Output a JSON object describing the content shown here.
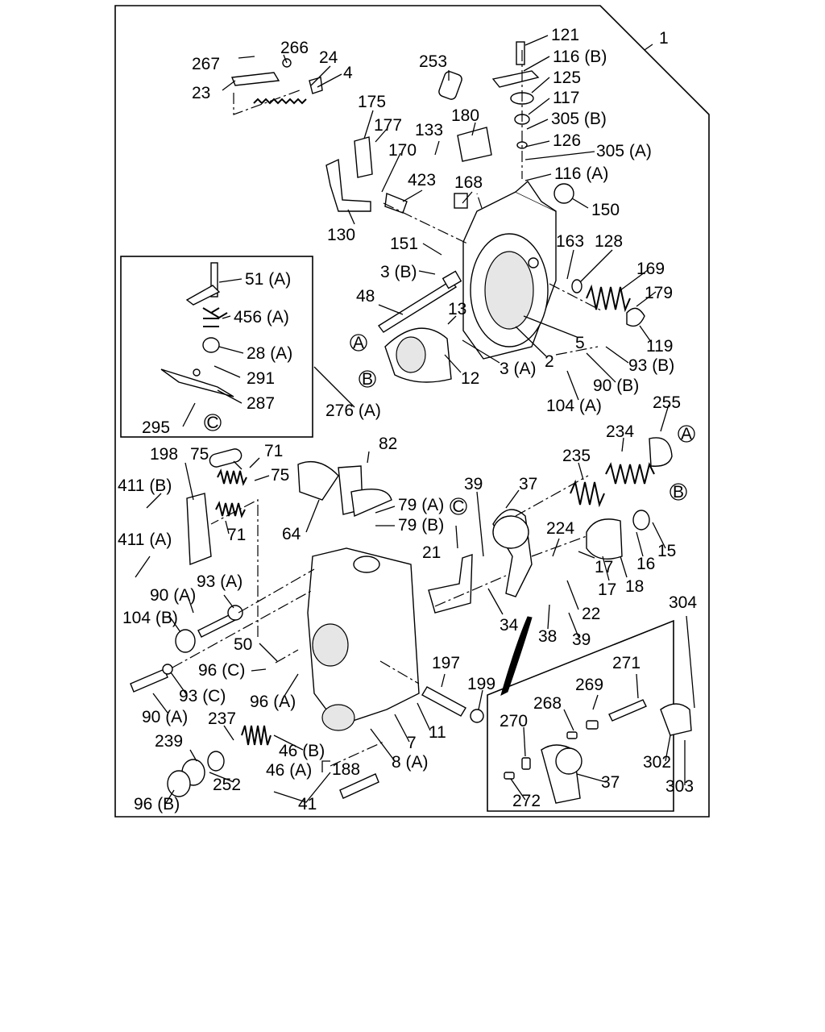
{
  "figure": {
    "callouts": [
      {
        "id": "c1",
        "text": "1"
      },
      {
        "id": "c121",
        "text": "121"
      },
      {
        "id": "c116b",
        "text": "116 (B)"
      },
      {
        "id": "c125",
        "text": "125"
      },
      {
        "id": "c117",
        "text": "117"
      },
      {
        "id": "c305b",
        "text": "305 (B)"
      },
      {
        "id": "c126",
        "text": "126"
      },
      {
        "id": "c305a",
        "text": "305 (A)"
      },
      {
        "id": "c116a",
        "text": "116 (A)"
      },
      {
        "id": "c150",
        "text": "150"
      },
      {
        "id": "c253",
        "text": "253"
      },
      {
        "id": "c180",
        "text": "180"
      },
      {
        "id": "c133",
        "text": "133"
      },
      {
        "id": "c168",
        "text": "168"
      },
      {
        "id": "c267",
        "text": "267"
      },
      {
        "id": "c266",
        "text": "266"
      },
      {
        "id": "c24",
        "text": "24"
      },
      {
        "id": "c4",
        "text": "4"
      },
      {
        "id": "c23",
        "text": "23"
      },
      {
        "id": "c175",
        "text": "175"
      },
      {
        "id": "c177",
        "text": "177"
      },
      {
        "id": "c170",
        "text": "170"
      },
      {
        "id": "c423",
        "text": "423"
      },
      {
        "id": "c130",
        "text": "130"
      },
      {
        "id": "c151",
        "text": "151"
      },
      {
        "id": "c3b",
        "text": "3 (B)"
      },
      {
        "id": "c163",
        "text": "163"
      },
      {
        "id": "c128",
        "text": "128"
      },
      {
        "id": "c169",
        "text": "169"
      },
      {
        "id": "c179",
        "text": "179"
      },
      {
        "id": "c119",
        "text": "119"
      },
      {
        "id": "c48",
        "text": "48"
      },
      {
        "id": "c13",
        "text": "13"
      },
      {
        "id": "c5",
        "text": "5"
      },
      {
        "id": "c2",
        "text": "2"
      },
      {
        "id": "c3a",
        "text": "3 (A)"
      },
      {
        "id": "c12",
        "text": "12"
      },
      {
        "id": "c93b",
        "text": "93 (B)"
      },
      {
        "id": "c90b",
        "text": "90 (B)"
      },
      {
        "id": "c104a",
        "text": "104 (A)"
      },
      {
        "id": "c51a",
        "text": "51 (A)"
      },
      {
        "id": "c456a",
        "text": "456 (A)"
      },
      {
        "id": "c28a",
        "text": "28 (A)"
      },
      {
        "id": "c291",
        "text": "291"
      },
      {
        "id": "c287",
        "text": "287"
      },
      {
        "id": "c295",
        "text": "295"
      },
      {
        "id": "c276a",
        "text": "276 (A)"
      },
      {
        "id": "c255",
        "text": "255"
      },
      {
        "id": "c234",
        "text": "234"
      },
      {
        "id": "c235",
        "text": "235"
      },
      {
        "id": "c198",
        "text": "198"
      },
      {
        "id": "c75a",
        "text": "75"
      },
      {
        "id": "c71a",
        "text": "71"
      },
      {
        "id": "c75b",
        "text": "75"
      },
      {
        "id": "c71b",
        "text": "71"
      },
      {
        "id": "c411b",
        "text": "411 (B)"
      },
      {
        "id": "c411a",
        "text": "411 (A)"
      },
      {
        "id": "c82",
        "text": "82"
      },
      {
        "id": "c79a",
        "text": "79 (A)"
      },
      {
        "id": "c79b",
        "text": "79 (B)"
      },
      {
        "id": "c64",
        "text": "64"
      },
      {
        "id": "c39a",
        "text": "39"
      },
      {
        "id": "c37a",
        "text": "37"
      },
      {
        "id": "c21",
        "text": "21"
      },
      {
        "id": "c224",
        "text": "224"
      },
      {
        "id": "c17a",
        "text": "17"
      },
      {
        "id": "c17b",
        "text": "17"
      },
      {
        "id": "c18",
        "text": "18"
      },
      {
        "id": "c16",
        "text": "16"
      },
      {
        "id": "c15",
        "text": "15"
      },
      {
        "id": "c22",
        "text": "22"
      },
      {
        "id": "c34",
        "text": "34"
      },
      {
        "id": "c38",
        "text": "38"
      },
      {
        "id": "c39b",
        "text": "39"
      },
      {
        "id": "c90a1",
        "text": "90 (A)"
      },
      {
        "id": "c93a",
        "text": "93 (A)"
      },
      {
        "id": "c104b",
        "text": "104 (B)"
      },
      {
        "id": "c50",
        "text": "50"
      },
      {
        "id": "c96c",
        "text": "96 (C)"
      },
      {
        "id": "c93c",
        "text": "93 (C)"
      },
      {
        "id": "c96a",
        "text": "96 (A)"
      },
      {
        "id": "c90a2",
        "text": "90 (A)"
      },
      {
        "id": "c197",
        "text": "197"
      },
      {
        "id": "c199",
        "text": "199"
      },
      {
        "id": "c7",
        "text": "7"
      },
      {
        "id": "c11",
        "text": "11"
      },
      {
        "id": "c8a",
        "text": "8 (A)"
      },
      {
        "id": "c237",
        "text": "237"
      },
      {
        "id": "c239",
        "text": "239"
      },
      {
        "id": "c46b",
        "text": "46 (B)"
      },
      {
        "id": "c46a",
        "text": "46 (A)"
      },
      {
        "id": "c188",
        "text": "188"
      },
      {
        "id": "c252",
        "text": "252"
      },
      {
        "id": "c41",
        "text": "41"
      },
      {
        "id": "c96b",
        "text": "96 (B)"
      },
      {
        "id": "c304",
        "text": "304"
      },
      {
        "id": "c271",
        "text": "271"
      },
      {
        "id": "c269",
        "text": "269"
      },
      {
        "id": "c268",
        "text": "268"
      },
      {
        "id": "c270",
        "text": "270"
      },
      {
        "id": "c37b",
        "text": "37"
      },
      {
        "id": "c272",
        "text": "272"
      },
      {
        "id": "c302",
        "text": "302"
      },
      {
        "id": "c303",
        "text": "303"
      }
    ],
    "markers": [
      {
        "id": "mA1",
        "text": "A"
      },
      {
        "id": "mB1",
        "text": "B"
      },
      {
        "id": "mC1",
        "text": "C"
      },
      {
        "id": "mA2",
        "text": "A"
      },
      {
        "id": "mB2",
        "text": "B"
      },
      {
        "id": "mC2",
        "text": "C"
      }
    ]
  }
}
